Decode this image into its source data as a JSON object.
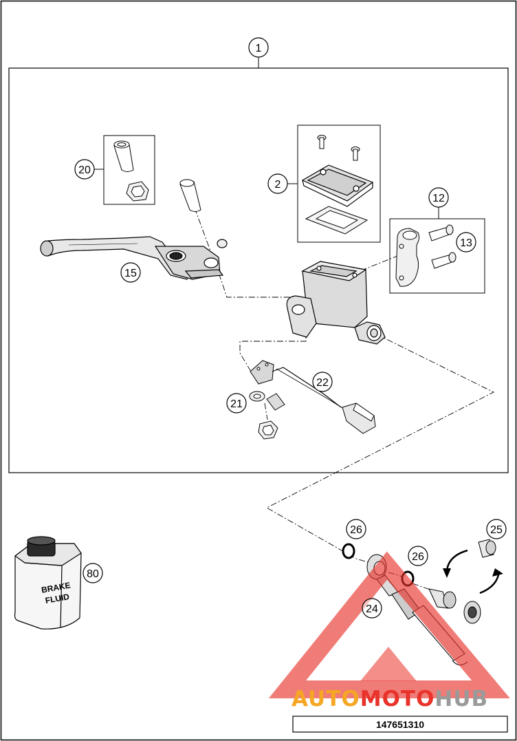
{
  "callouts": {
    "c1": "1",
    "c2": "2",
    "c12": "12",
    "c13": "13",
    "c15": "15",
    "c20": "20",
    "c21": "21",
    "c22": "22",
    "c24": "24",
    "c25": "25",
    "c26a": "26",
    "c26b": "26",
    "c80": "80"
  },
  "bottle": {
    "line1": "BRAKE",
    "line2": "FLUID"
  },
  "watermark": {
    "part1": "AUTO",
    "part2": "MOTO",
    "part3": "HUB"
  },
  "reference": "147651310",
  "colors": {
    "line": "#000000",
    "watermark_red": "#e8322a",
    "watermark_orange": "#f5a623",
    "watermark_grey": "#9a9a9a"
  }
}
